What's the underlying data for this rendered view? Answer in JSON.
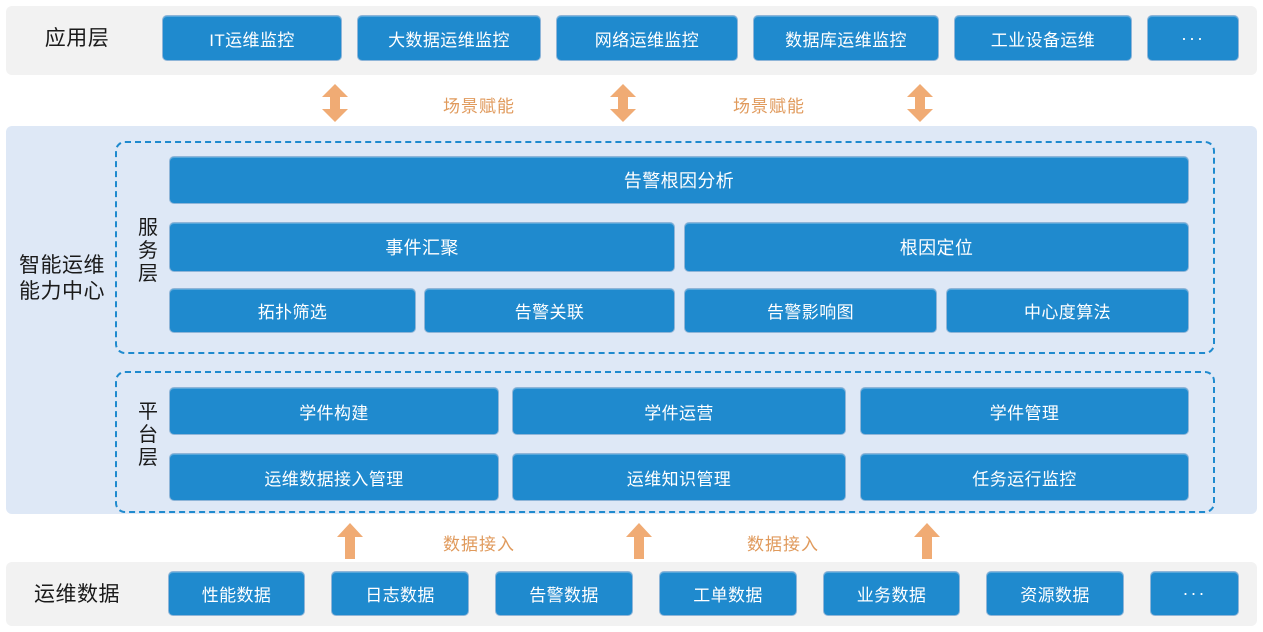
{
  "colors": {
    "tile_blue": "#1f8ace",
    "tile_border": "#8fb5d8",
    "band_gray": "#f2f2f2",
    "band_blue": "#dee8f6",
    "dash_blue": "#1f8ace",
    "arrow_orange": "#f0ab74",
    "label_orange": "#e09a5c",
    "text_dark": "#1a1a1a"
  },
  "application_layer": {
    "label": "应用层",
    "tiles": [
      {
        "label": "IT运维监控"
      },
      {
        "label": "大数据运维监控"
      },
      {
        "label": "网络运维监控"
      },
      {
        "label": "数据库运维监控"
      },
      {
        "label": "工业设备运维"
      },
      {
        "label": "···"
      }
    ]
  },
  "connector_top": {
    "arrow_icon": "double-headed-vertical-arrow-icon",
    "arrow_count": 3,
    "labels": [
      "场景赋能",
      "场景赋能"
    ]
  },
  "core_center": {
    "label": "智能运维能力中心",
    "service_layer": {
      "label": "服务层",
      "rows": [
        [
          {
            "label": "告警根因分析"
          }
        ],
        [
          {
            "label": "事件汇聚"
          },
          {
            "label": "根因定位"
          }
        ],
        [
          {
            "label": "拓扑筛选"
          },
          {
            "label": "告警关联"
          },
          {
            "label": "告警影响图"
          },
          {
            "label": "中心度算法"
          }
        ]
      ]
    },
    "platform_layer": {
      "label": "平台层",
      "rows": [
        [
          {
            "label": "学件构建"
          },
          {
            "label": "学件运营"
          },
          {
            "label": "学件管理"
          }
        ],
        [
          {
            "label": "运维数据接入管理"
          },
          {
            "label": "运维知识管理"
          },
          {
            "label": "任务运行监控"
          }
        ]
      ]
    }
  },
  "connector_bottom": {
    "arrow_icon": "up-arrow-icon",
    "arrow_count": 3,
    "labels": [
      "数据接入",
      "数据接入"
    ]
  },
  "data_layer": {
    "label": "运维数据",
    "tiles": [
      {
        "label": "性能数据"
      },
      {
        "label": "日志数据"
      },
      {
        "label": "告警数据"
      },
      {
        "label": "工单数据"
      },
      {
        "label": "业务数据"
      },
      {
        "label": "资源数据"
      },
      {
        "label": "···"
      }
    ]
  }
}
